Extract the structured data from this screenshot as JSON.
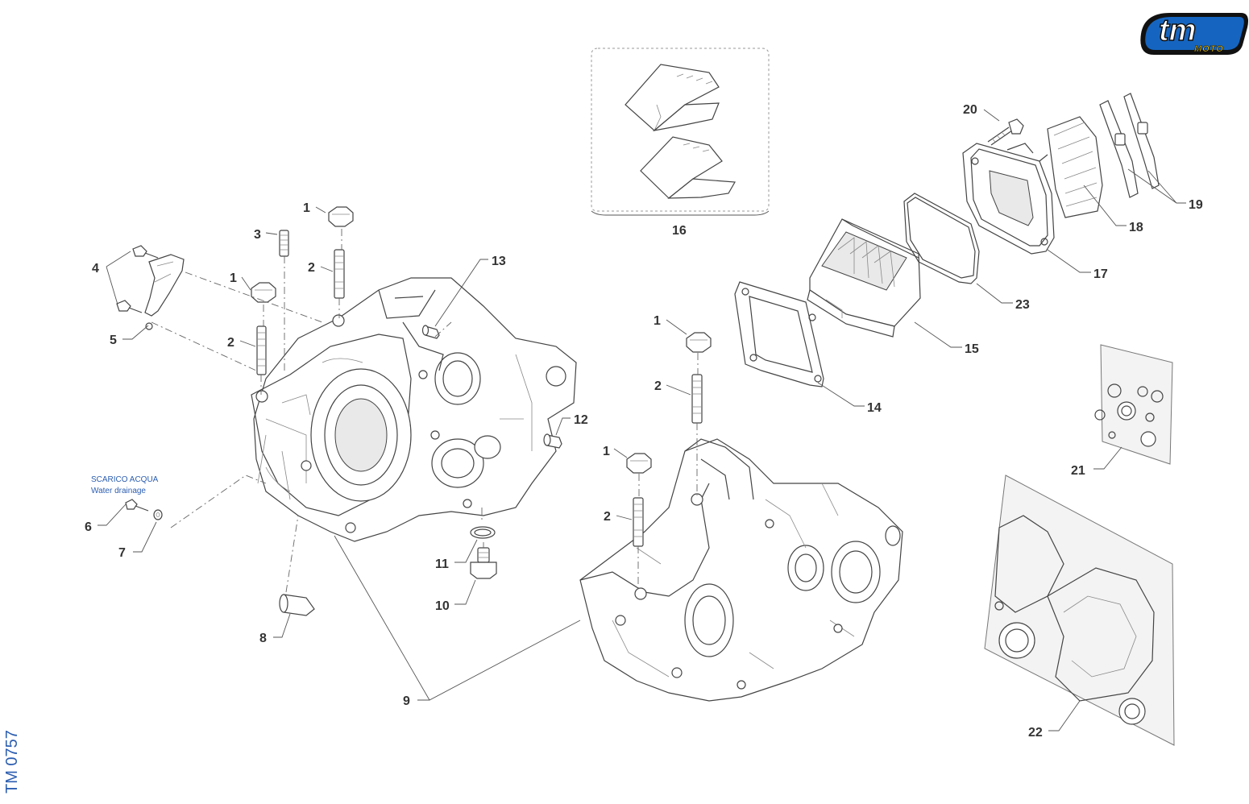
{
  "document": {
    "reference_code": "TM 0757",
    "brand_logo": {
      "main": "tm",
      "sub": "MOTO",
      "fill": "#1565c0",
      "outline": "#111111",
      "accent": "#f4c400"
    }
  },
  "note": {
    "line1": "SCARICO ACQUA",
    "line2": "Water drainage"
  },
  "parts": [
    {
      "number": "1"
    },
    {
      "number": "1"
    },
    {
      "number": "1"
    },
    {
      "number": "1"
    },
    {
      "number": "2"
    },
    {
      "number": "2"
    },
    {
      "number": "2"
    },
    {
      "number": "2"
    },
    {
      "number": "3"
    },
    {
      "number": "4"
    },
    {
      "number": "5"
    },
    {
      "number": "6"
    },
    {
      "number": "7"
    },
    {
      "number": "8"
    },
    {
      "number": "9"
    },
    {
      "number": "10"
    },
    {
      "number": "11"
    },
    {
      "number": "12"
    },
    {
      "number": "13"
    },
    {
      "number": "14"
    },
    {
      "number": "15"
    },
    {
      "number": "16"
    },
    {
      "number": "17"
    },
    {
      "number": "18"
    },
    {
      "number": "19"
    },
    {
      "number": "20"
    },
    {
      "number": "21"
    },
    {
      "number": "22"
    },
    {
      "number": "23"
    }
  ]
}
